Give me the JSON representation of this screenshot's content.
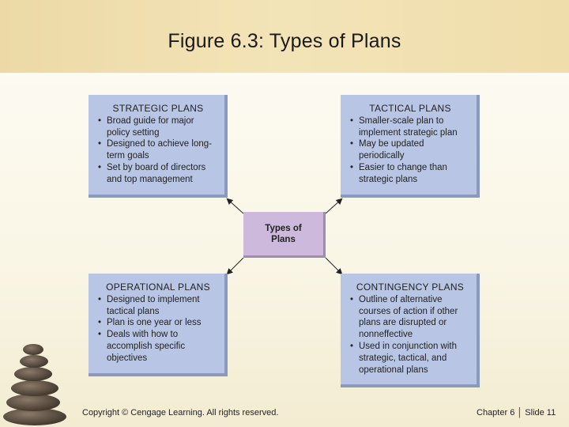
{
  "title": "Figure 6.3: Types of Plans",
  "center": {
    "label": "Types of Plans"
  },
  "boxes": {
    "strategic": {
      "heading": "STRATEGIC PLANS",
      "items": [
        "Broad guide for major policy setting",
        "Designed to achieve long-term goals",
        "Set by board of directors and top management"
      ]
    },
    "tactical": {
      "heading": "TACTICAL PLANS",
      "items": [
        "Smaller-scale plan to implement strategic plan",
        "May be updated periodically",
        "Easier to change than strategic plans"
      ]
    },
    "operational": {
      "heading": "OPERATIONAL PLANS",
      "items": [
        "Designed to implement tactical plans",
        "Plan is one year or less",
        "Deals with how to accomplish specific objectives"
      ]
    },
    "contingency": {
      "heading": "CONTINGENCY PLANS",
      "items": [
        "Outline of alternative courses of action if other plans are disrupted or nonneffective",
        "Used in conjunction with strategic, tactical, and operational plans"
      ]
    }
  },
  "footer": {
    "copyright": "Copyright © Cengage Learning. All rights reserved.",
    "slide": "Chapter 6 │ Slide 11"
  },
  "colors": {
    "box_fill": "#b8c5e4",
    "box_shadow": "#8b99bf",
    "center_fill": "#cdb9dc",
    "header_band": "#f0deae"
  },
  "icons": [
    "stacked-stones-icon",
    "arrow-icon"
  ]
}
